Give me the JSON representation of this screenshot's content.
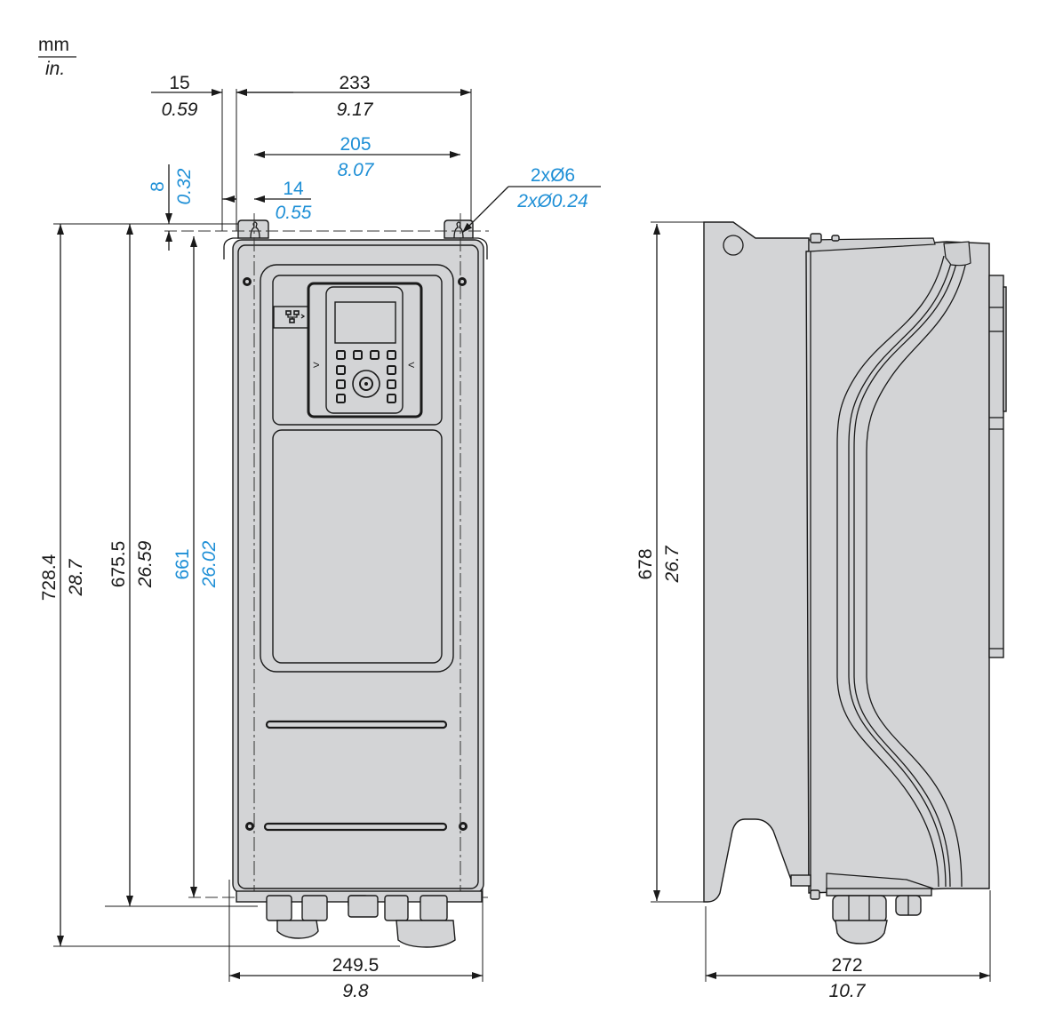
{
  "units": {
    "primary": "mm",
    "secondary": "in."
  },
  "colors": {
    "line": "#1a1a1a",
    "body_fill": "#d3d4d6",
    "callout_blue": "#1e8fd6",
    "background": "#ffffff"
  },
  "front_view": {
    "dims": {
      "top_offset": {
        "mm": "15",
        "in": "0.59"
      },
      "overall_width_top": {
        "mm": "233",
        "in": "9.17"
      },
      "hole_spacing": {
        "mm": "205",
        "in": "8.07"
      },
      "hole_offset": {
        "mm": "14",
        "in": "0.55"
      },
      "hole_top_offset": {
        "mm": "8",
        "in": "0.32"
      },
      "hole_diameter": {
        "mm": "2xØ6",
        "in": "2xØ0.24"
      },
      "overall_height": {
        "mm": "728.4",
        "in": "28.7"
      },
      "body_height": {
        "mm": "675.5",
        "in": "26.59"
      },
      "hole_vertical_spacing": {
        "mm": "661",
        "in": "26.02"
      },
      "overall_width_bottom": {
        "mm": "249.5",
        "in": "9.8"
      }
    }
  },
  "side_view": {
    "dims": {
      "height": {
        "mm": "678",
        "in": "26.7"
      },
      "depth": {
        "mm": "272",
        "in": "10.7"
      }
    }
  }
}
